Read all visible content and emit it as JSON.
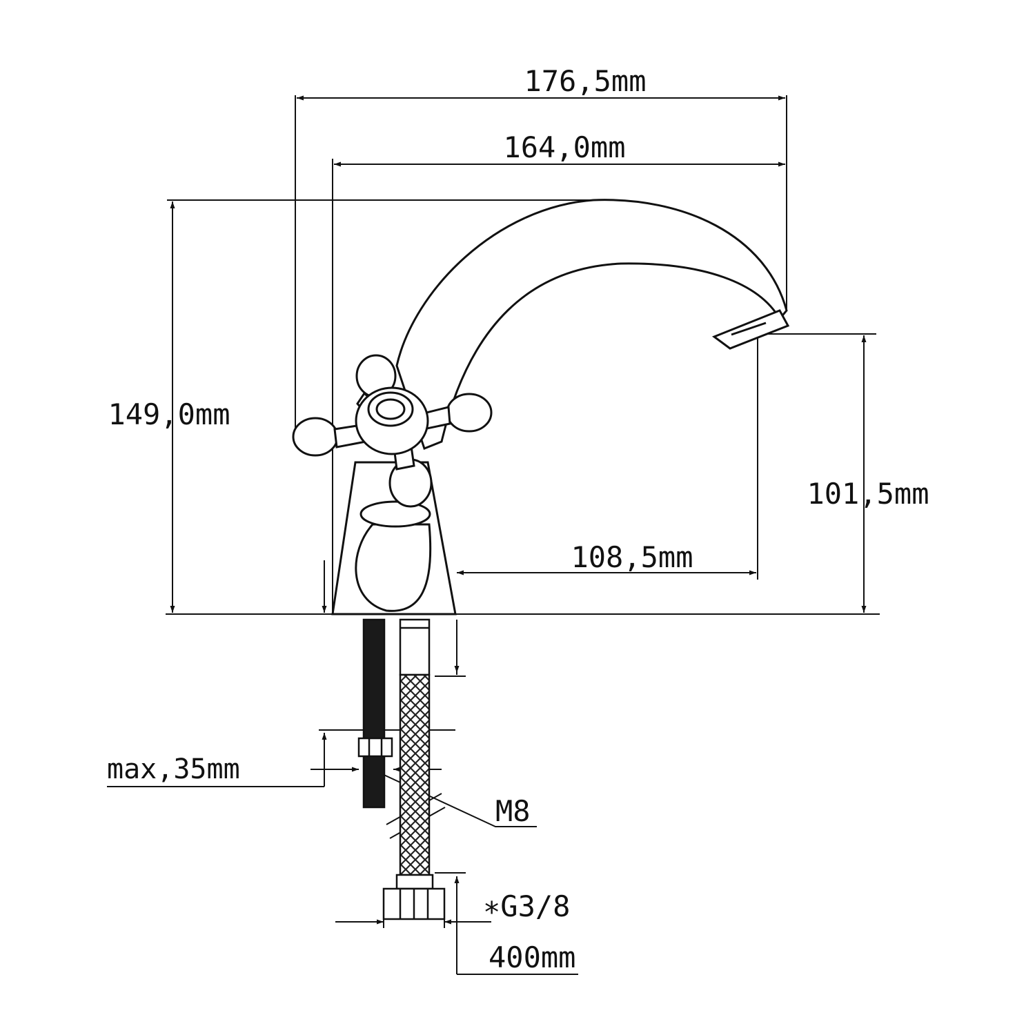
{
  "drawing": {
    "colors": {
      "line": "#111111",
      "background": "#ffffff",
      "hose_dark": "#1a1a1a"
    },
    "dimensions": {
      "overall_width": "176,5mm",
      "spout_reach_from_body": "164,0mm",
      "total_height": "149,0mm",
      "spout_outlet_height": "101,5mm",
      "outlet_to_body": "108,5mm",
      "max_counter_thickness": "max,35mm",
      "threaded_rod": "M8",
      "hose_connection": "∗G3/8",
      "hose_length": "400mm"
    }
  }
}
